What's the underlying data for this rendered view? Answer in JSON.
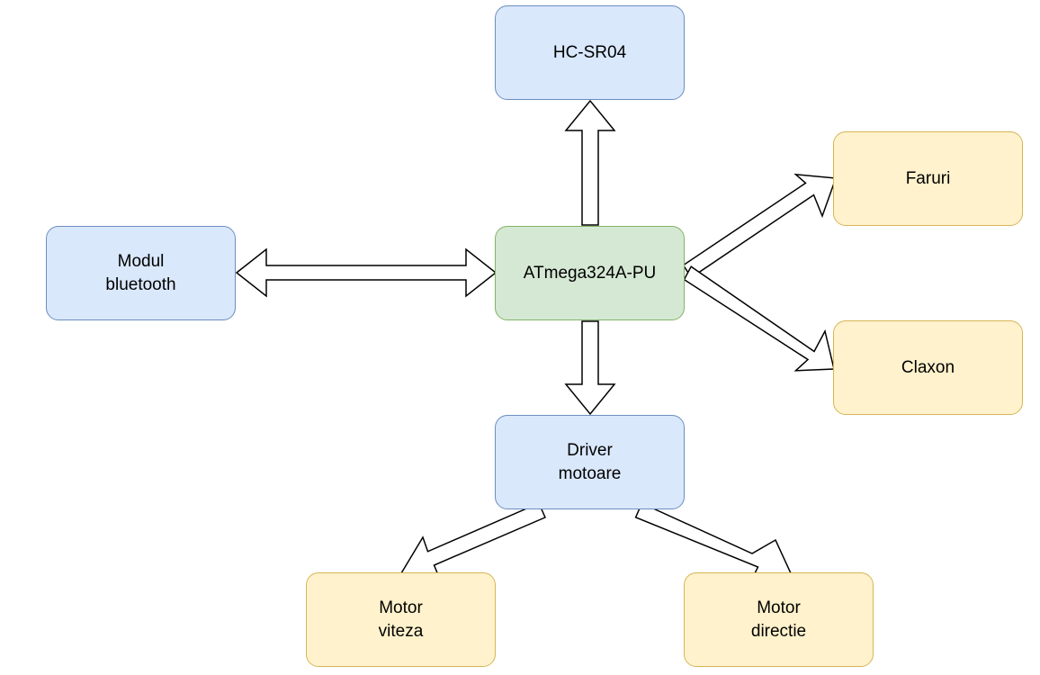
{
  "nodes": {
    "hc_sr04": {
      "lines": [
        "HC-SR04"
      ]
    },
    "modul_bt": {
      "lines": [
        "Modul",
        "bluetooth"
      ]
    },
    "atmega": {
      "lines": [
        "ATmega324A-PU"
      ]
    },
    "faruri": {
      "lines": [
        "Faruri"
      ]
    },
    "claxon": {
      "lines": [
        "Claxon"
      ]
    },
    "driver": {
      "lines": [
        "Driver",
        "motoare"
      ]
    },
    "motor_viteza": {
      "lines": [
        "Motor",
        "viteza"
      ]
    },
    "motor_directie": {
      "lines": [
        "Motor",
        "directie"
      ]
    }
  },
  "colors": {
    "blue_fill": "#dae8fc",
    "blue_stroke": "#6c8ebf",
    "green_fill": "#d5e8d4",
    "green_stroke": "#82b366",
    "yellow_fill": "#fff2cc",
    "yellow_stroke": "#d6b656",
    "arrow_fill": "#ffffff",
    "arrow_stroke": "#000000"
  }
}
